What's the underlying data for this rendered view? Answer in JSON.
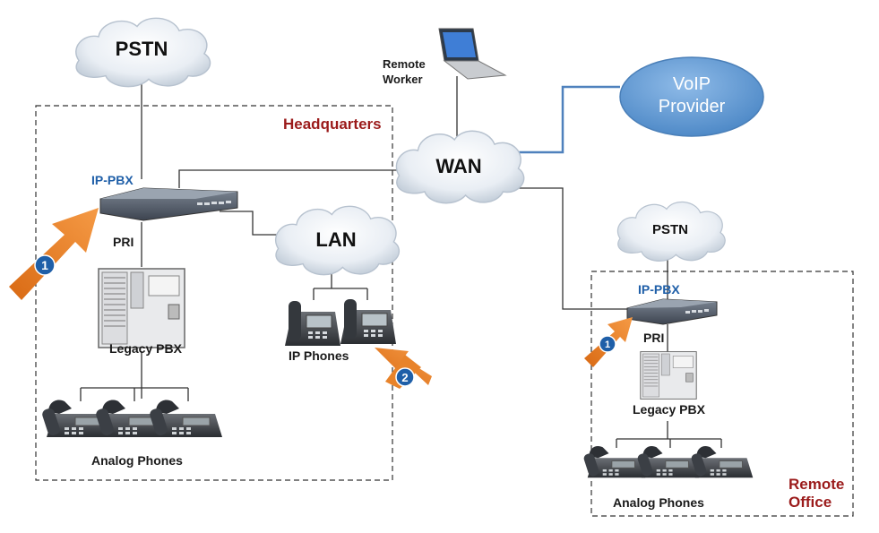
{
  "hq": {
    "region_label": "Headquarters",
    "pstn": "PSTN",
    "ippbx": "IP-PBX",
    "pri": "PRI",
    "legacy_pbx": "Legacy PBX",
    "analog_phones": "Analog Phones",
    "lan": "LAN",
    "ip_phones": "IP Phones"
  },
  "wan": "WAN",
  "remote_worker": [
    "Remote",
    "Worker"
  ],
  "voip_provider": [
    "VoIP",
    "Provider"
  ],
  "remote": {
    "region_label": [
      "Remote",
      "Office"
    ],
    "pstn": "PSTN",
    "ippbx": "IP-PBX",
    "pri": "PRI",
    "legacy_pbx": "Legacy PBX",
    "analog_phones": "Analog Phones"
  },
  "markers": [
    "1",
    "2",
    "1"
  ],
  "colors": {
    "region_label": "#9b1b1b",
    "pbx_label": "#1f5fa8",
    "arrow": "#e8832a",
    "marker_circle": "#1f5fa8",
    "voip_cloud": "#5b9bd5",
    "voip_link": "#4f81bd",
    "cloud_fill": "#dde5ee"
  }
}
